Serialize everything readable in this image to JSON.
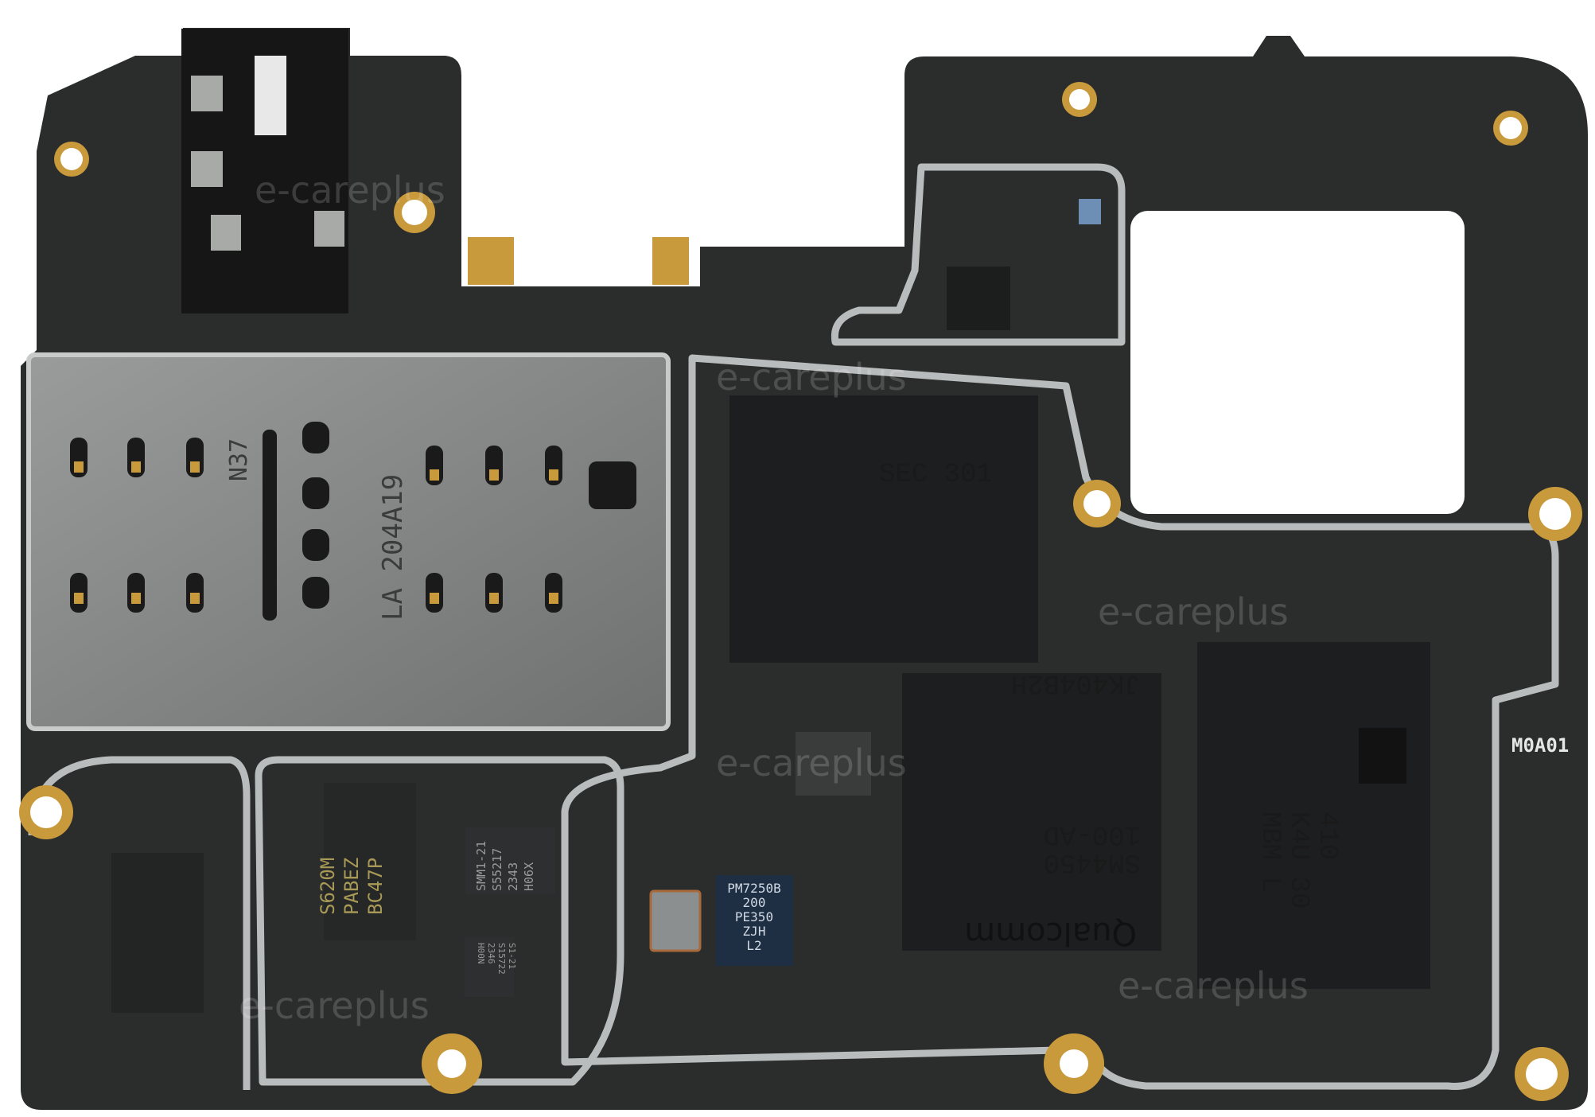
{
  "board": {
    "colors": {
      "pcb": "#2b2d2c",
      "shield": "#b9bcbd",
      "chip": "#1d1e1f",
      "gold": "#c89a3c",
      "pmic": "#1e2f44",
      "background": "#ffffff"
    }
  },
  "chips": {
    "memory": {
      "line1": "SEC 301"
    },
    "soc": {
      "top": "JK404B2H",
      "model": "SM4450",
      "code": "100-AD",
      "brand": "Qualcomm"
    },
    "ram": {
      "line1": "410",
      "line2": "K4U 30",
      "line3": "MBM L"
    },
    "pmic": {
      "lines": [
        "PM7250B",
        "200",
        "PE350",
        "ZJH",
        "L2"
      ]
    },
    "rf1": {
      "lines": [
        "S620M",
        "PABEZ",
        "BC47P"
      ]
    },
    "rf2": {
      "lines": [
        "SMM1-21",
        "S55217",
        "2343",
        "H06X"
      ]
    },
    "rf3": {
      "lines": [
        "S1-21",
        "S15722",
        "2346",
        "H00N"
      ]
    }
  },
  "sim_tray": {
    "line1": "LA 204A19",
    "line2": "N37"
  },
  "silkscreen": {
    "board_id": "M0A01"
  },
  "watermark": {
    "text": "e-careplus"
  }
}
